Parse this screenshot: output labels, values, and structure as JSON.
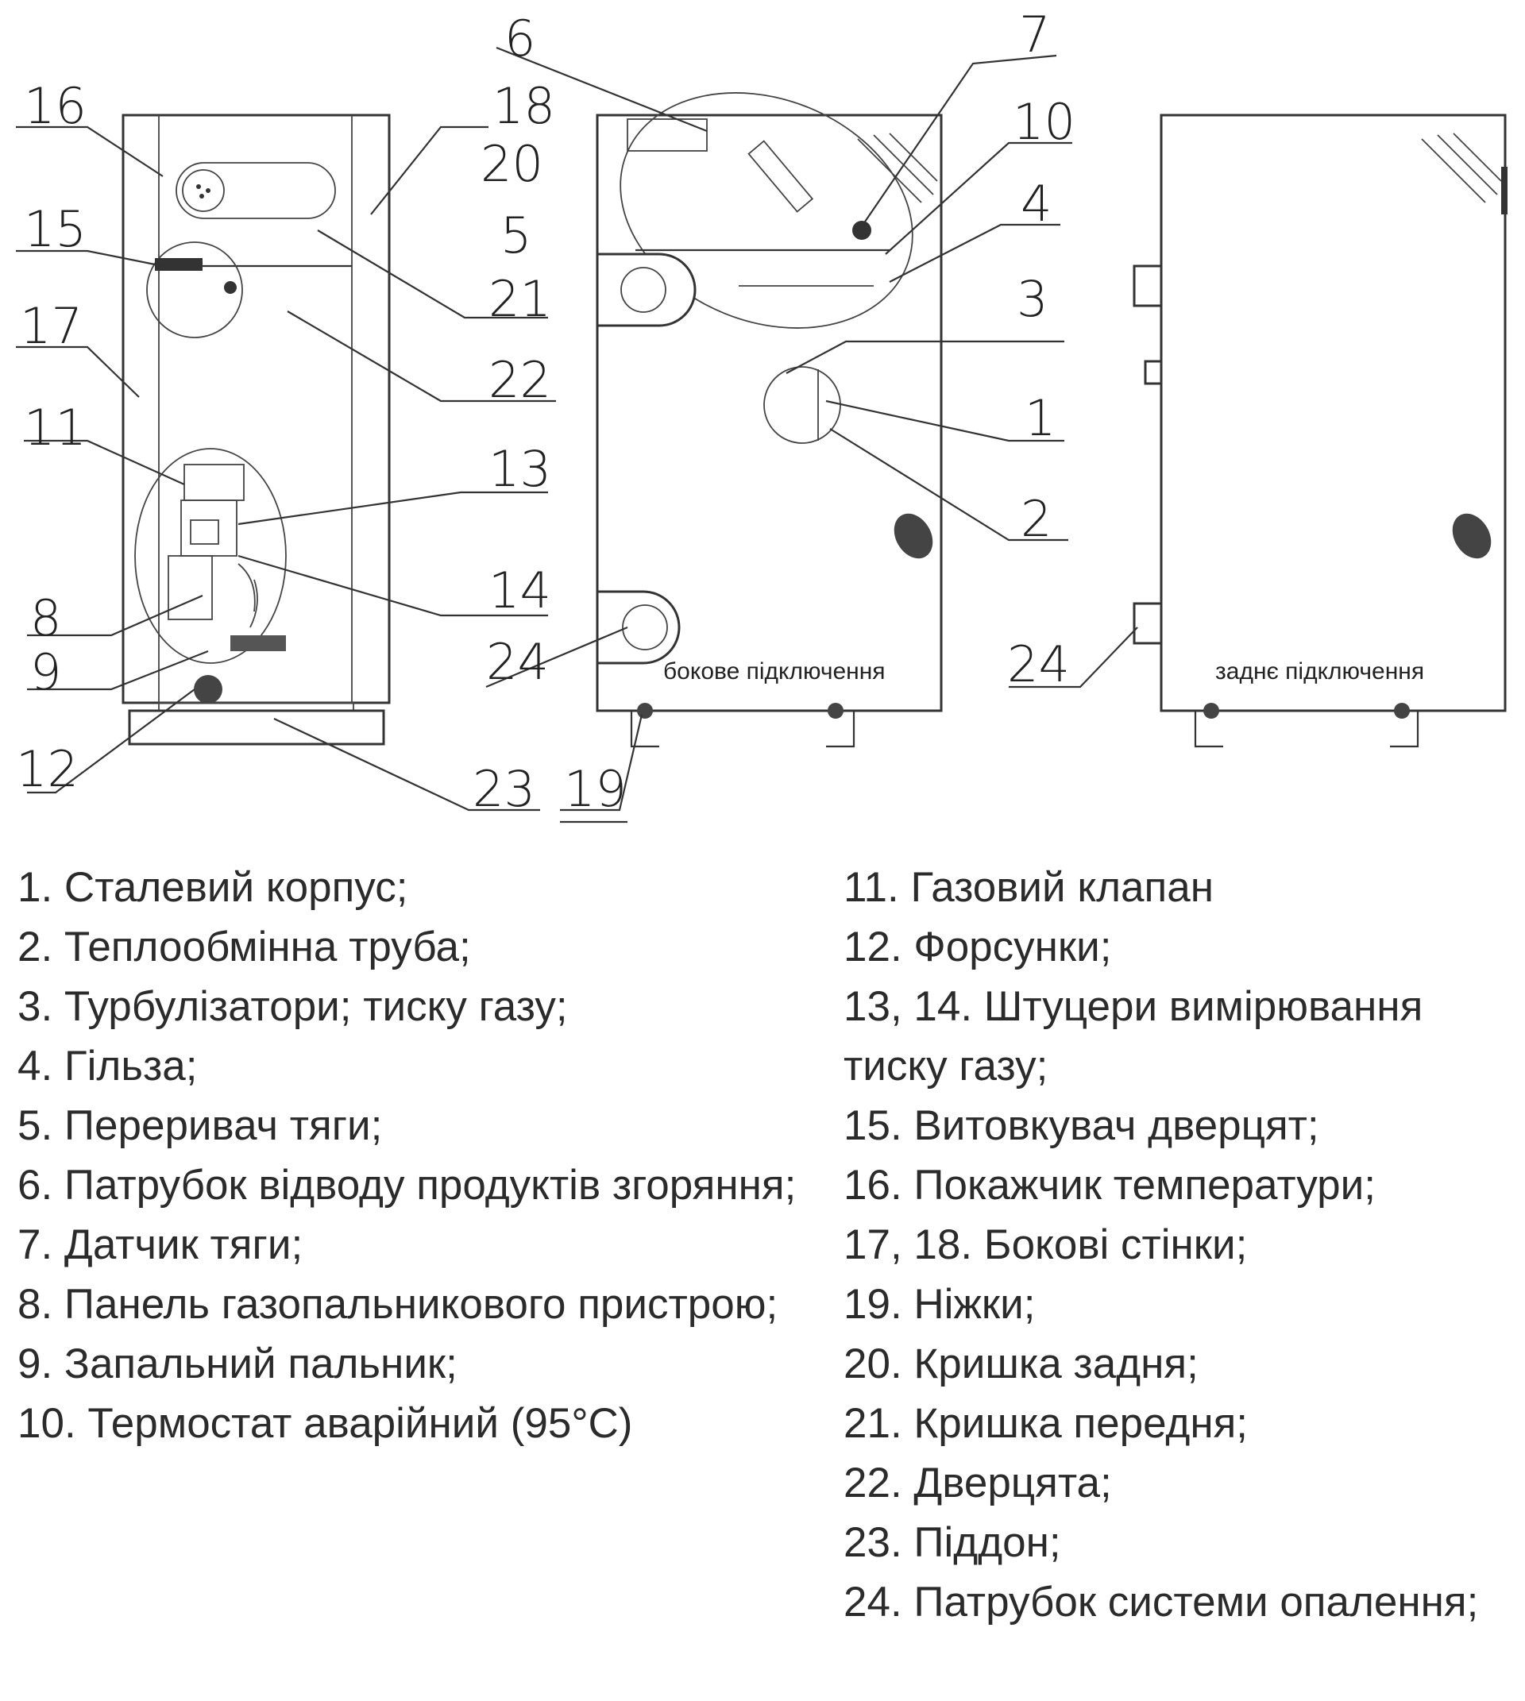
{
  "callouts": {
    "n16": "16",
    "n15": "15",
    "n17": "17",
    "n11": "11",
    "n8": "8",
    "n9": "9",
    "n12": "12",
    "n6": "6",
    "n18": "18",
    "n20": "20",
    "n5": "5",
    "n21": "21",
    "n22": "22",
    "n13": "13",
    "n14": "14",
    "n24a": "24",
    "n23": "23",
    "n19": "19",
    "n7": "7",
    "n10": "10",
    "n4": "4",
    "n3": "3",
    "n1": "1",
    "n2": "2",
    "n24b": "24"
  },
  "captions": {
    "side": "бокове підключення",
    "rear": "заднє підключення"
  },
  "legend": {
    "left": [
      "1. Сталевий корпус;",
      "2. Теплообмінна труба;",
      "3. Турбулізатори; тиску газу;",
      "4. Гільза;",
      "5. Переривач тяги;",
      "6. Патрубок відводу продуктів згоряння;",
      "7. Датчик тяги;",
      "8. Панель газопальникового пристрою;",
      "9. Запальний пальник;",
      "10. Термостат аварійний (95°C)"
    ],
    "right": [
      "11. Газовий клапан",
      "12. Форсунки;",
      "13, 14. Штуцери вимірювання тиску газу;",
      "15. Витовкувач дверцят;",
      "16. Покажчик температури;",
      "17, 18. Бокові стінки;",
      "19. Ніжки;",
      "20. Кришка задня;",
      "21. Кришка передня;",
      "22. Дверцята;",
      "23. Піддон;",
      "24. Патрубок системи опалення;"
    ]
  }
}
